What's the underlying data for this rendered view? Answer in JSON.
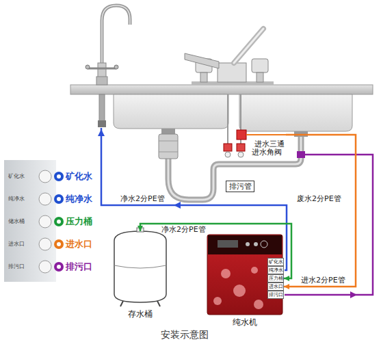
{
  "diagram": {
    "caption": "安装示意图",
    "nodes": [
      {
        "text": [
          "进水三通"
        ]
      },
      {
        "text": [
          "排污管"
        ]
      },
      {
        "text": [
          "矿化水",
          "矿化水"
        ]
      },
      {
        "text": [
          "纯净水",
          "纯净水"
        ]
      },
      {
        "text": [
          "储水桶",
          "压力桶"
        ]
      },
      {
        "text": [
          "进水口",
          "进水口"
        ]
      },
      {
        "text": [
          "排污口",
          "排污口"
        ]
      },
      {
        "text": [
          "存水桶"
        ]
      },
      {
        "text": [
          "纯水机"
        ]
      },
      {
        "text": [
          "矿化水"
        ],
        "in": 8
      },
      {
        "text": [
          "纯净水"
        ],
        "in": 8
      },
      {
        "text": [
          "压力桶"
        ],
        "in": 8
      },
      {
        "text": [
          "进水口"
        ],
        "in": 8
      },
      {
        "text": [
          "排污口"
        ],
        "in": 8
      }
    ],
    "edges": [
      {
        "from": 0,
        "to": 12,
        "arrow": "to",
        "label": "进水2分PE管"
      },
      {
        "from": 11,
        "to": 7,
        "arrow": "both",
        "label": "净水2分PE管"
      }
    ],
    "labels": [
      "进水角阀",
      "净水2分PE管",
      "废水2分PE管"
    ]
  }
}
